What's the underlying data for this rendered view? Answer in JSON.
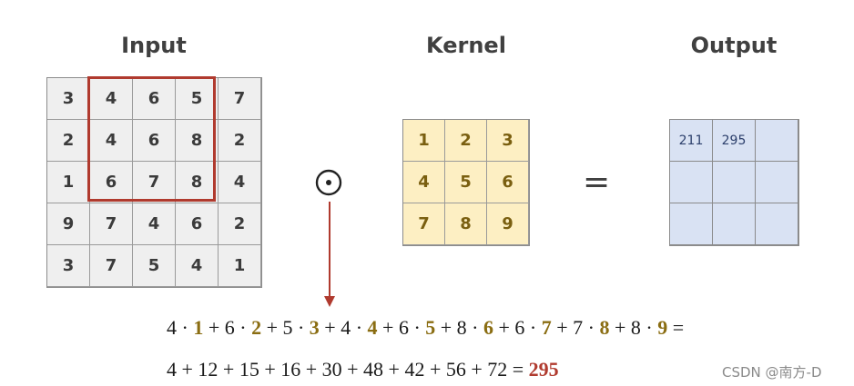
{
  "titles": {
    "input": "Input",
    "kernel": "Kernel",
    "output": "Output"
  },
  "input_matrix": [
    [
      "3",
      "4",
      "6",
      "5",
      "7"
    ],
    [
      "2",
      "4",
      "6",
      "8",
      "2"
    ],
    [
      "1",
      "6",
      "7",
      "8",
      "4"
    ],
    [
      "9",
      "7",
      "4",
      "6",
      "2"
    ],
    [
      "3",
      "7",
      "5",
      "4",
      "1"
    ]
  ],
  "kernel_matrix": [
    [
      "1",
      "2",
      "3"
    ],
    [
      "4",
      "5",
      "6"
    ],
    [
      "7",
      "8",
      "9"
    ]
  ],
  "output_matrix": [
    [
      "211",
      "295",
      ""
    ],
    [
      "",
      "",
      ""
    ],
    [
      "",
      "",
      ""
    ]
  ],
  "operator": {
    "odot": "⊙",
    "equals": "="
  },
  "equation_line1": [
    {
      "t": "4 · "
    },
    {
      "t": "1",
      "hl": true
    },
    {
      "t": " + 6 · "
    },
    {
      "t": "2",
      "hl": true
    },
    {
      "t": " + 5 · "
    },
    {
      "t": "3",
      "hl": true
    },
    {
      "t": " + 4 · "
    },
    {
      "t": "4",
      "hl": true
    },
    {
      "t": " + 6 · "
    },
    {
      "t": "5",
      "hl": true
    },
    {
      "t": " + 8 · "
    },
    {
      "t": "6",
      "hl": true
    },
    {
      "t": " + 6 · "
    },
    {
      "t": "7",
      "hl": true
    },
    {
      "t": " + 7 · "
    },
    {
      "t": "8",
      "hl": true
    },
    {
      "t": " + 8 · "
    },
    {
      "t": "9",
      "hl": true
    },
    {
      "t": " ="
    }
  ],
  "equation_line2": {
    "text": "4 + 12 + 15 + 16 + 30 + 48 + 42 + 56 + 72 = ",
    "result": "295"
  },
  "watermark": "CSDN @南方-D",
  "colors": {
    "highlight_box": "#b03a2e",
    "kernel_fill": "#fdefc3",
    "output_fill": "#d9e2f3",
    "input_fill": "#efefef",
    "kernel_text": "#8a6d12",
    "result_text": "#b03a2e"
  }
}
